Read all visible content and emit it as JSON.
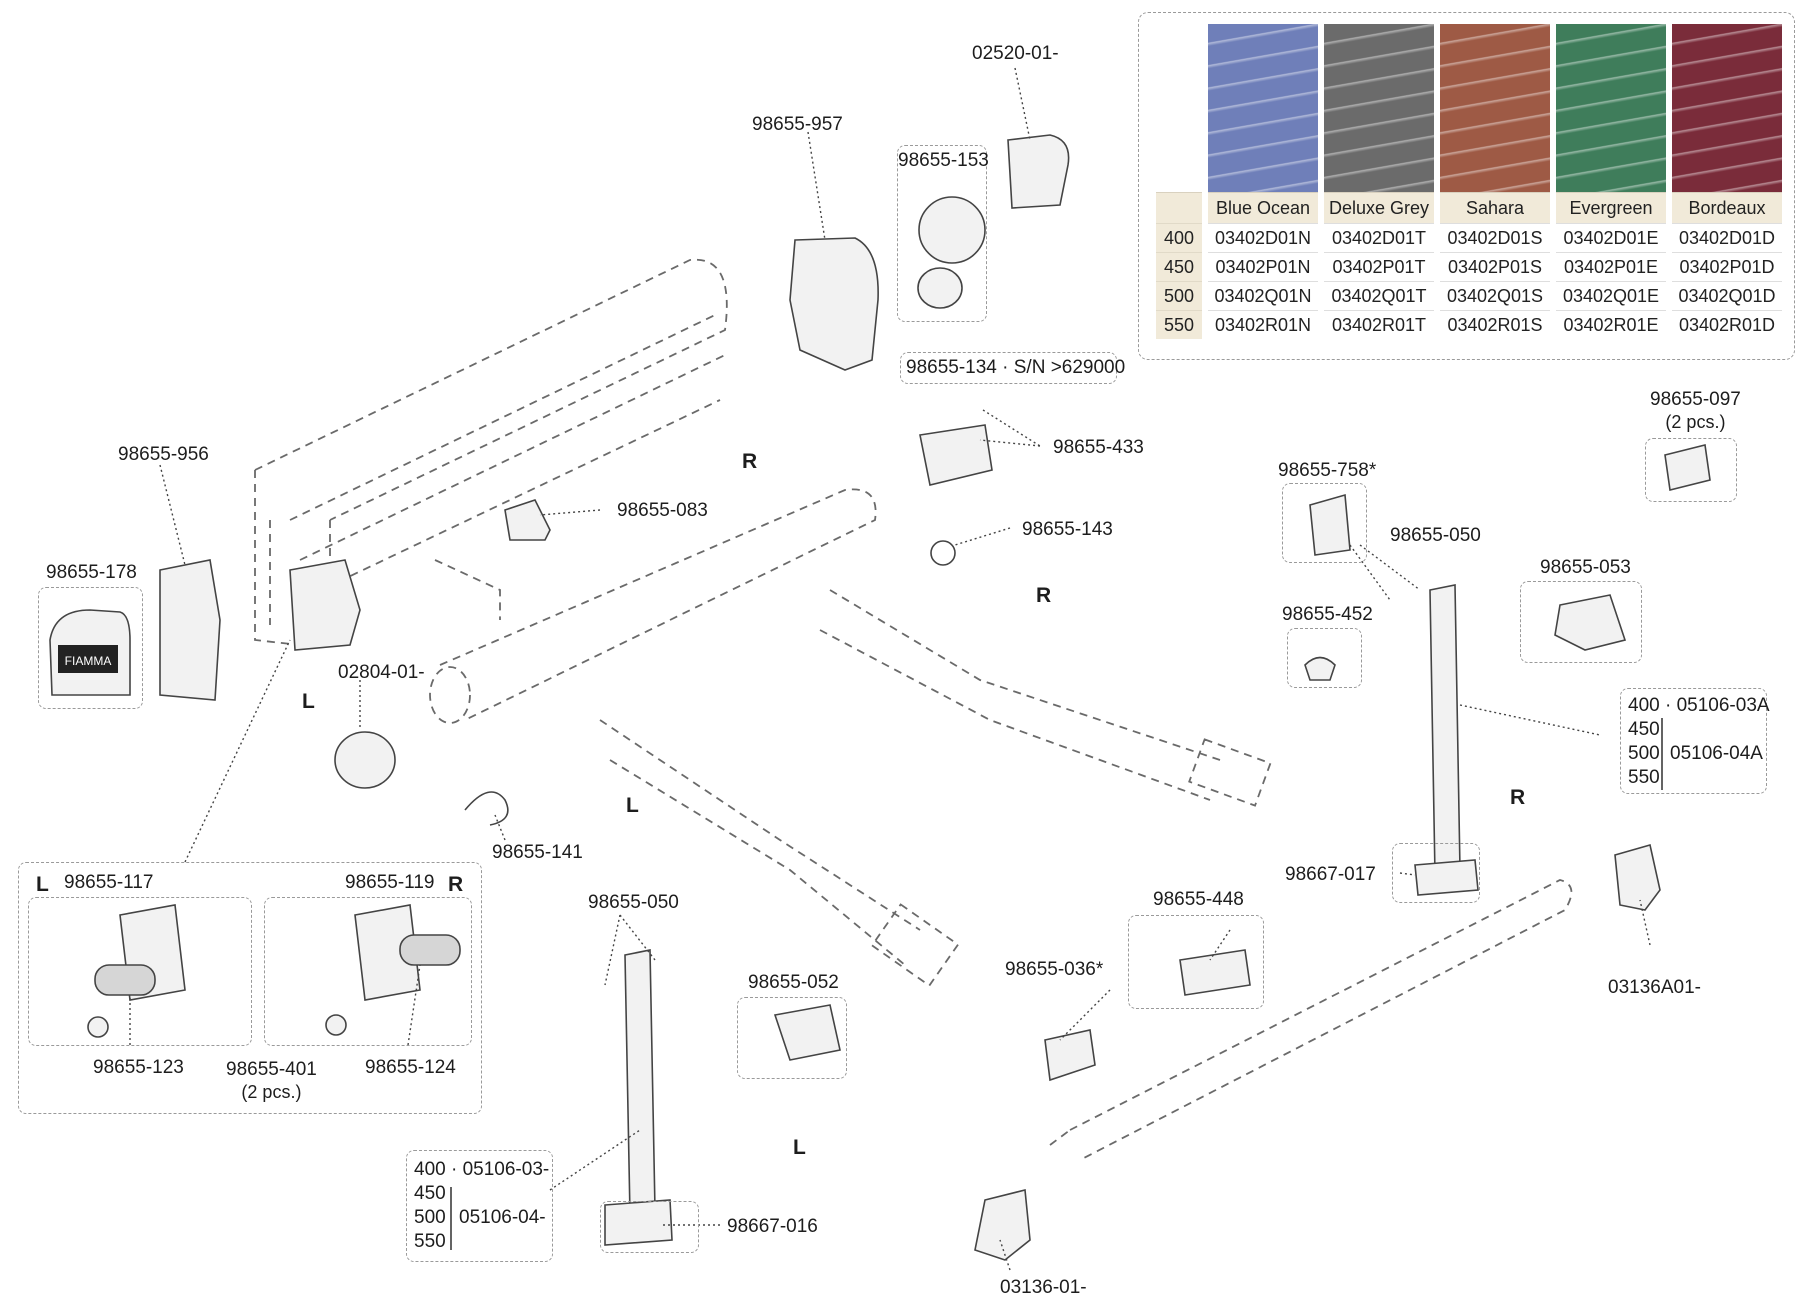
{
  "fabric": {
    "colors": [
      {
        "name": "Blue Ocean",
        "hex": "#6f7fb9"
      },
      {
        "name": "Deluxe Grey",
        "hex": "#6b6b6b"
      },
      {
        "name": "Sahara",
        "hex": "#9e5a45"
      },
      {
        "name": "Evergreen",
        "hex": "#3f7d5b"
      },
      {
        "name": "Bordeaux",
        "hex": "#7a2c3a"
      }
    ],
    "rows": [
      {
        "length": "400",
        "codes": [
          "03402D01N",
          "03402D01T",
          "03402D01S",
          "03402D01E",
          "03402D01D"
        ]
      },
      {
        "length": "450",
        "codes": [
          "03402P01N",
          "03402P01T",
          "03402P01S",
          "03402P01E",
          "03402P01D"
        ]
      },
      {
        "length": "500",
        "codes": [
          "03402Q01N",
          "03402Q01T",
          "03402Q01S",
          "03402Q01E",
          "03402Q01D"
        ]
      },
      {
        "length": "550",
        "codes": [
          "03402R01N",
          "03402R01T",
          "03402R01S",
          "03402R01E",
          "03402R01D"
        ]
      }
    ]
  },
  "parts": {
    "p02520": "02520-01-",
    "p957": "98655-957",
    "p153": "98655-153",
    "p134": "98655-134 · S/N >629000",
    "p433": "98655-433",
    "p143": "98655-143",
    "p956": "98655-956",
    "p083": "98655-083",
    "p178": "98655-178",
    "p02804": "02804-01-",
    "p141": "98655-141",
    "p097": "98655-097",
    "p097_qty": "(2 pcs.)",
    "p758": "98655-758*",
    "p050r": "98655-050",
    "p053": "98655-053",
    "p452": "98655-452",
    "p017": "98667-017",
    "p448": "98655-448",
    "p036": "98655-036*",
    "p03136A": "03136A01-",
    "p03136": "03136-01-",
    "p050l": "98655-050",
    "p052": "98655-052",
    "p016": "98667-016",
    "p117": "98655-117",
    "p119": "98655-119",
    "p123": "98655-123",
    "p401": "98655-401",
    "p401_qty": "(2 pcs.)",
    "p124": "98655-124"
  },
  "sides": {
    "left": "L",
    "right": "R"
  },
  "legs_right": {
    "r400": "400 · 05106-03A",
    "r450": "450",
    "r500": "500",
    "r550": "550",
    "code_04": "05106-04A"
  },
  "legs_left": {
    "r400": "400 · 05106-03-",
    "r450": "450",
    "r500": "500",
    "r550": "550",
    "code_04": "05106-04-"
  },
  "logo_text": "FIAMMA"
}
